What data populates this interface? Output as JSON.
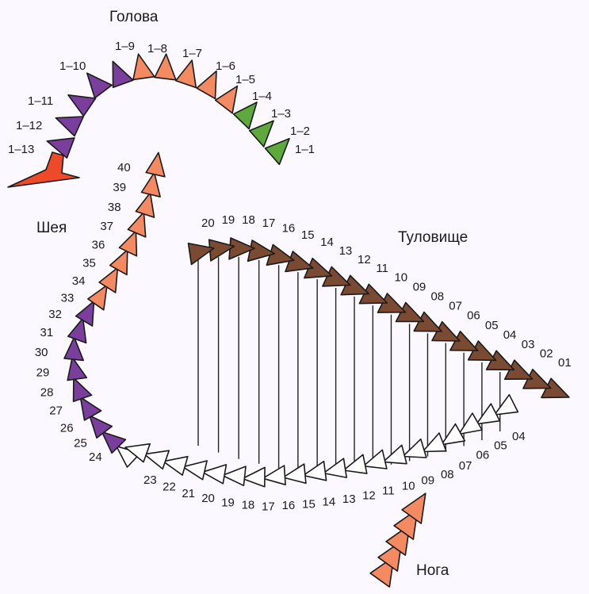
{
  "colors": {
    "green": "#5ea93c",
    "salmon": "#f48a62",
    "purple": "#7a3f9c",
    "red": "#ee4a2a",
    "brown": "#7b4a33",
    "white": "#ffffff",
    "background": "#fbf9ff"
  },
  "sections": {
    "head": "Голова",
    "neck": "Шея",
    "body": "Туловище",
    "leg": "Нога"
  },
  "head": {
    "labels": [
      "1–1",
      "1–2",
      "1–3",
      "1–4",
      "1–5",
      "1–6",
      "1–7",
      "1–8",
      "1–9",
      "1–10",
      "1–11",
      "1–12",
      "1–13"
    ],
    "colors": [
      "green",
      "green",
      "green",
      "salmon",
      "salmon",
      "salmon",
      "salmon",
      "salmon",
      "purple",
      "purple",
      "purple",
      "purple",
      "purple"
    ],
    "beak_color": "red"
  },
  "neck": {
    "labels": [
      "24",
      "25",
      "26",
      "27",
      "28",
      "29",
      "30",
      "31",
      "32",
      "33",
      "34",
      "35",
      "36",
      "37",
      "38",
      "39",
      "40"
    ],
    "colors": [
      "white",
      "purple",
      "purple",
      "purple",
      "purple",
      "purple",
      "purple",
      "purple",
      "purple",
      "salmon",
      "salmon",
      "salmon",
      "salmon",
      "salmon",
      "salmon",
      "salmon",
      "salmon"
    ]
  },
  "body_top": {
    "labels": [
      "01",
      "02",
      "03",
      "04",
      "05",
      "06",
      "07",
      "08",
      "09",
      "10",
      "11",
      "12",
      "13",
      "14",
      "15",
      "16",
      "17",
      "18",
      "19",
      "20"
    ],
    "color": "brown"
  },
  "body_bottom": {
    "labels": [
      "04",
      "05",
      "06",
      "07",
      "08",
      "09",
      "10",
      "11",
      "12",
      "13",
      "14",
      "15",
      "16",
      "17",
      "18",
      "19",
      "20",
      "21",
      "22",
      "23"
    ],
    "color": "white"
  },
  "leg": {
    "count": 5,
    "color": "salmon"
  }
}
